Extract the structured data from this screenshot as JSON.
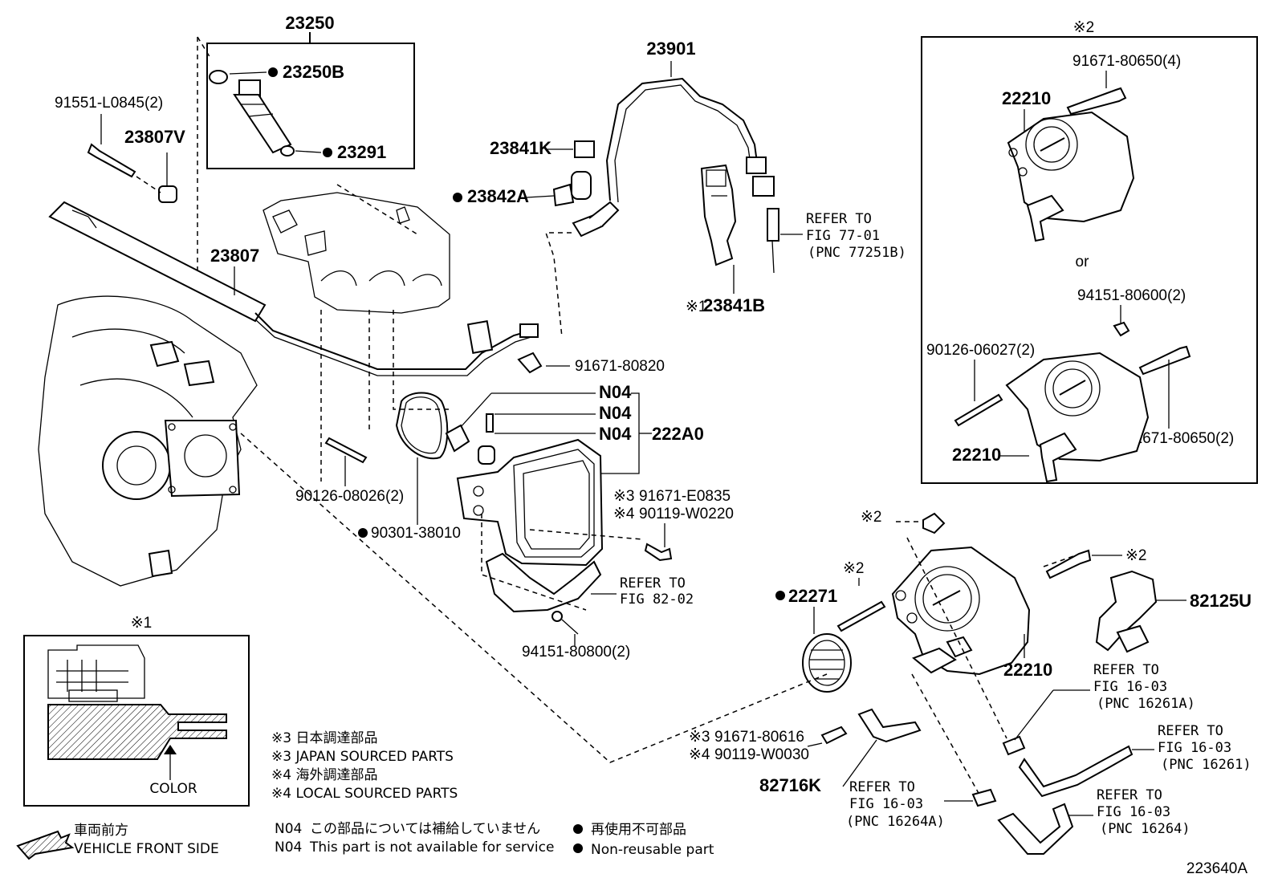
{
  "diagram_id": "223640A",
  "labels": {
    "p23250": "23250",
    "p23250b": "23250B",
    "p23291": "23291",
    "p91551": "91551-L0845(2)",
    "p23807v": "23807V",
    "p23807": "23807",
    "p23901": "23901",
    "p23841k": "23841K",
    "p23842a": "23842A",
    "p23841b": "23841B",
    "p23841b_mark": "※1",
    "p91671_80820": "91671-80820",
    "n04_1": "N04",
    "n04_2": "N04",
    "n04_3": "N04",
    "p222a0": "222A0",
    "p90126_08026": "90126-08026(2)",
    "p90301": "90301-38010",
    "p91671_e0835": "91671-E0835",
    "p90119_w0220": "90119-W0220",
    "mark3a": "※3",
    "mark4a": "※4",
    "p94151_80800": "94151-80800(2)",
    "p22271": "22271",
    "p22210_main": "22210",
    "p82125u": "82125U",
    "p91671_80616": "91671-80616",
    "p90119_w0030": "90119-W0030",
    "mark3b": "※3",
    "mark4b": "※4",
    "p82716k": "82716K",
    "x2_a": "※2",
    "x2_b": "※2",
    "x2_c": "※2"
  },
  "refs": {
    "r77": [
      "REFER TO",
      "FIG 77-01",
      "(PNC 77251B)"
    ],
    "r82": [
      "REFER TO",
      "FIG 82-02"
    ],
    "r16_a": [
      "REFER TO",
      "FIG 16-03",
      "(PNC 16261A)"
    ],
    "r16_b": [
      "REFER TO",
      "FIG 16-03",
      "(PNC 16261)"
    ],
    "r16_c": [
      "REFER TO",
      "FIG 16-03",
      "(PNC 16264A)"
    ],
    "r16_d": [
      "REFER TO",
      "FIG 16-03",
      "(PNC 16264)"
    ]
  },
  "inset2": {
    "mark": "※2",
    "p91671_80650_4": "91671-80650(4)",
    "p22210_top": "22210",
    "or": "or",
    "p94151_80600": "94151-80600(2)",
    "p90126_06027": "90126-06027(2)",
    "p22210_bottom": "22210",
    "p91671_80650_2": "91671-80650(2)"
  },
  "inset1": {
    "mark": "※1",
    "color_label": "COLOR"
  },
  "legend": {
    "l1": "※3 日本調達部品",
    "l2": "※3 JAPAN SOURCED PARTS",
    "l3": "※4 海外調達部品",
    "l4": "※4 LOCAL SOURCED PARTS"
  },
  "footer": {
    "front_jp": "車両前方",
    "front_en": "VEHICLE FRONT SIDE",
    "n04_jp_code": "N04",
    "n04_jp": "この部品については補給していません",
    "n04_en_code": "N04",
    "n04_en": "This part is not available for service",
    "nonreuse_jp": "再使用不可部品",
    "nonreuse_en": "Non-reusable part"
  }
}
